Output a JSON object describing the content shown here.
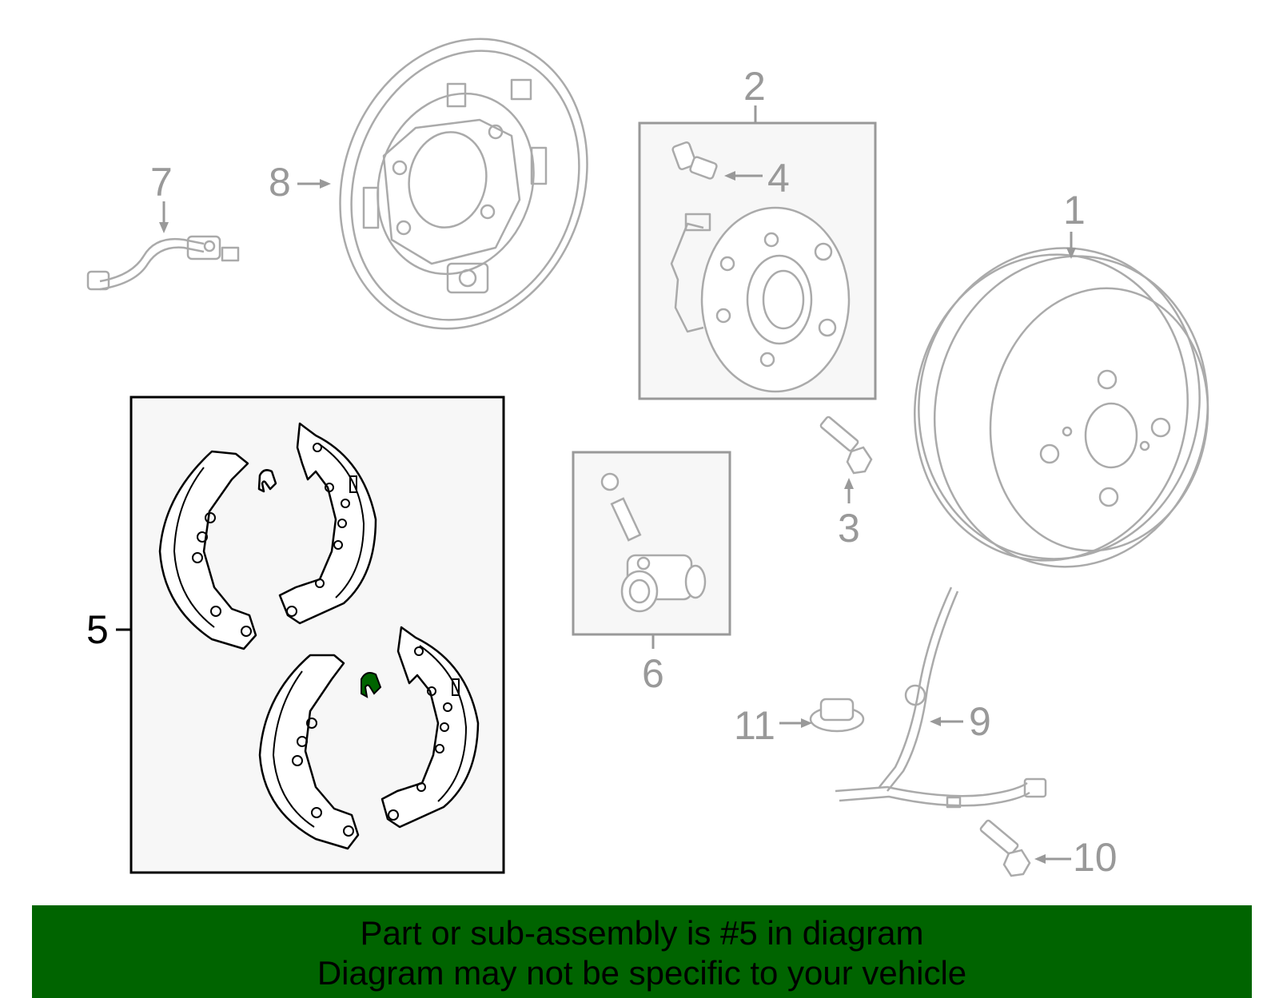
{
  "labels": {
    "p1": "1",
    "p2": "2",
    "p3": "3",
    "p4": "4",
    "p5": "5",
    "p6": "6",
    "p7": "7",
    "p8": "8",
    "p9": "9",
    "p10": "10",
    "p11": "11"
  },
  "highlighted_part": "5",
  "colors": {
    "banner_bg": "#006400",
    "highlight": "#006400",
    "parts_gray": "#999999"
  },
  "banner": {
    "line1": "Part or sub-assembly is #5 in diagram",
    "line2": "Diagram may not be specific to your vehicle"
  }
}
